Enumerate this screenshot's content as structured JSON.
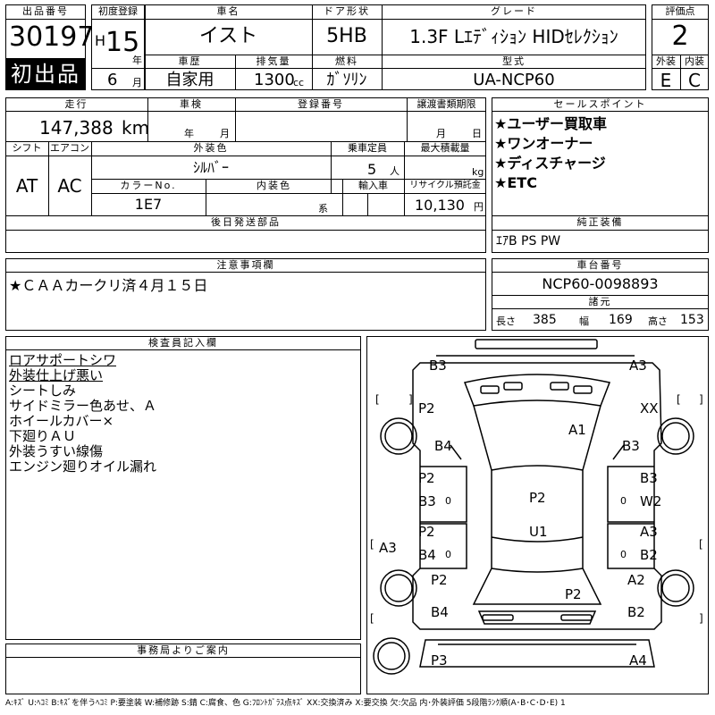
{
  "header": {
    "lot_no_label": "出品番号",
    "lot_no": "30197",
    "first_badge": "初出品",
    "reg_label": "初度登録",
    "reg_era": "H",
    "reg_year": "15",
    "reg_year_unit": "年",
    "reg_month": "6",
    "reg_month_unit": "月",
    "name_label": "車名",
    "name": "イスト",
    "door_label": "ドア形状",
    "door": "5HB",
    "grade_label": "グレード",
    "grade": "1.3F Lｴﾃﾞｨｼｮﾝ HIDｾﾚｸｼｮﾝ",
    "score_label": "評価点",
    "score": "2",
    "history_label": "車歴",
    "history": "自家用",
    "disp_label": "排気量",
    "disp": "1300",
    "disp_unit": "cc",
    "fuel_label": "燃料",
    "fuel": "ｶﾞｿﾘﾝ",
    "model_label": "型式",
    "model": "UA-NCP60",
    "ext_label": "外装",
    "ext": "E",
    "int_label": "内装",
    "int": "C"
  },
  "mid": {
    "mileage_label": "走行",
    "mileage": "147,388",
    "mileage_unit": "km",
    "inspect_label": "車検",
    "inspect_y": "年",
    "inspect_m": "月",
    "plate_label": "登録番号",
    "transfer_label": "譲渡書類期限",
    "transfer_m": "月",
    "transfer_d": "日",
    "shift_label": "シフト",
    "shift": "AT",
    "ac_label": "エアコン",
    "ac": "AC",
    "color_label": "外装色",
    "color": "ｼﾙﾊﾞｰ",
    "seats_label": "乗車定員",
    "seats": "5",
    "seats_unit": "人",
    "load_label": "最大積載量",
    "load_unit": "kg",
    "colorno_label": "カラーNo.",
    "colorno": "1E7",
    "intcolor_label": "内装色",
    "intcolor_unit": "系",
    "import_label": "輸入車",
    "recycle_label": "リサイクル預託金",
    "recycle": "10,130",
    "recycle_unit": "円",
    "later_label": "後日発送部品"
  },
  "points": {
    "label": "セールスポイント",
    "items": [
      "★ユーザー買取車",
      "★ワンオーナー",
      "★ディスチャージ",
      "★ETC"
    ]
  },
  "equip": {
    "label": "純正装備",
    "value": "ｴｱB PS PW"
  },
  "notes": {
    "label": "注意事項欄",
    "value": "★ＣＡＡカークリ済４月１５日"
  },
  "chassis": {
    "label": "車台番号",
    "value": "NCP60-0098893",
    "dims_label": "諸元",
    "len_label": "長さ",
    "len": "385",
    "wid_label": "幅",
    "wid": "169",
    "hgt_label": "高さ",
    "hgt": "153"
  },
  "inspector": {
    "label": "検査員記入欄",
    "lines": [
      "ロアサポートシワ",
      "外装仕上げ悪い",
      "シートしみ",
      "サイドミラー色あせ、Ａ",
      "ホイールカバー×",
      "下廻りＡＵ",
      "外装うすい線傷",
      "エンジン廻りオイル漏れ"
    ]
  },
  "office": {
    "label": "事務局よりご案内"
  },
  "diagram": {
    "marks": {
      "fl_corner": "B3",
      "fr_corner": "A3",
      "fl_fender": "P2",
      "fr_fender": "XX",
      "hood": "A1",
      "fl_wheel": "B4",
      "fr_wheel": "B3",
      "fl_door_a": "P2",
      "fl_door_b": "B3",
      "fr_door_a": "B3",
      "fr_door_b": "W2",
      "roof": "P2",
      "rl_door_a": "P2",
      "rl_door_b": "B4",
      "rr_door_a": "A3",
      "rr_door_b": "B2",
      "interior": "U1",
      "left_rocker": "A3",
      "rl_fender": "P2",
      "rr_fender": "A2",
      "trunk": "P2",
      "rl_wheel": "B4",
      "rr_wheel": "B2",
      "rear_left": "P3",
      "rear_right": "A4",
      "zero_a": "0",
      "zero_b": "0",
      "zero_c": "0",
      "zero_d": "0"
    }
  },
  "footer": {
    "legend": "A:ｷｽﾞ U:ﾍｺﾐ B:ｷｽﾞを伴うﾍｺﾐ P:要塗装 W:補修跡 S:錆 C:腐食、色 G:ﾌﾛﾝﾄｶﾞﾗｽ点ｷｽﾞ XX:交換済み X:要交換 欠:欠品 内･外装評価 5段階ﾗﾝｸ順(A･B･C･D･E) 1"
  }
}
